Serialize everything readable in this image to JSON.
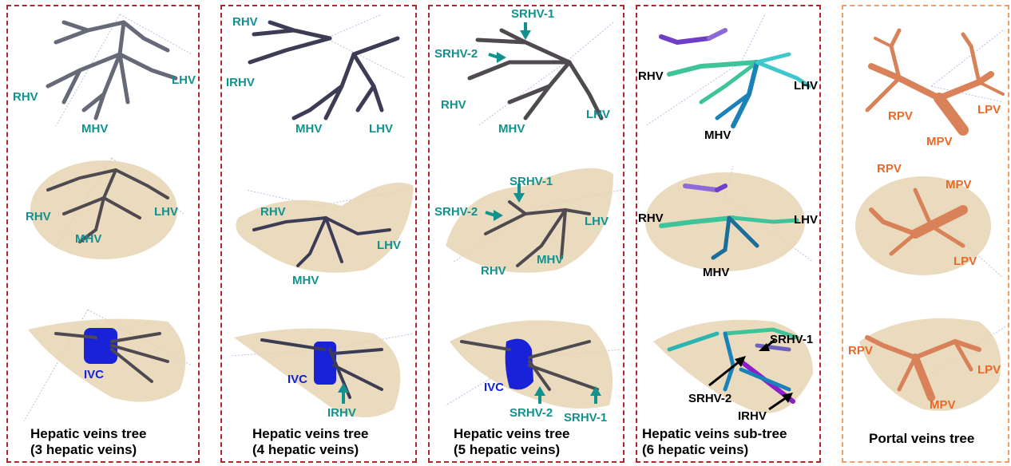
{
  "colors": {
    "panel_border": "#b3262b",
    "portal_border": "#f0a066",
    "label_teal": "#12928f",
    "label_blue": "#1224d6",
    "label_orange": "#e8692a"
  },
  "panels": [
    {
      "caption_line1": "Hepatic veins tree",
      "caption_line2": "(3 hepatic veins)",
      "labels": {
        "r1_rhv": "RHV",
        "r1_lhv": "LHV",
        "r1_mhv": "MHV",
        "r2_rhv": "RHV",
        "r2_lhv": "LHV",
        "r2_mhv": "MHV",
        "r3_ivc": "IVC"
      }
    },
    {
      "caption_line1": "Hepatic veins tree",
      "caption_line2": "(4 hepatic veins)",
      "labels": {
        "r1_rhv": "RHV",
        "r1_irhv": "IRHV",
        "r1_mhv": "MHV",
        "r1_lhv": "LHV",
        "r2_rhv": "RHV",
        "r2_lhv": "LHV",
        "r2_mhv": "MHV",
        "r3_ivc": "IVC",
        "r3_irhv": "IRHV"
      }
    },
    {
      "caption_line1": "Hepatic veins tree",
      "caption_line2": "(5 hepatic veins)",
      "labels": {
        "r1_srhv1": "SRHV-1",
        "r1_srhv2": "SRHV-2",
        "r1_rhv": "RHV",
        "r1_mhv": "MHV",
        "r1_lhv": "LHV",
        "r2_srhv1": "SRHV-1",
        "r2_srhv2": "SRHV-2",
        "r2_lhv": "LHV",
        "r2_mhv": "MHV",
        "r2_rhv": "RHV",
        "r3_ivc": "IVC",
        "r3_srhv2": "SRHV-2",
        "r3_srhv1": "SRHV-1"
      }
    },
    {
      "caption_line1": "Hepatic veins sub-tree",
      "caption_line2": "(6 hepatic veins)",
      "labels": {
        "r1_rhv": "RHV",
        "r1_lhv": "LHV",
        "r1_mhv": "MHV",
        "r2_rhv": "RHV",
        "r2_lhv": "LHV",
        "r2_mhv": "MHV",
        "r3_srhv1": "SRHV-1",
        "r3_srhv2": "SRHV-2",
        "r3_irhv": "IRHV"
      }
    },
    {
      "caption_line1": "Portal veins tree",
      "caption_line2": "",
      "labels": {
        "r1_rpv": "RPV",
        "r1_lpv": "LPV",
        "r1_mpv": "MPV",
        "r2_rpv": "RPV",
        "r2_mpv": "MPV",
        "r2_lpv": "LPV",
        "r3_rpv": "RPV",
        "r3_lpv": "LPV",
        "r3_mpv": "MPV"
      }
    }
  ]
}
